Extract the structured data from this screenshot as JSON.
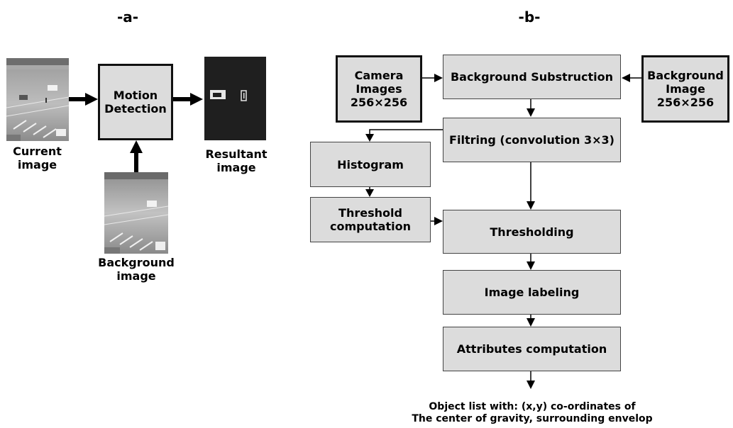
{
  "panel_a": {
    "title": "-a-",
    "motion_box": [
      "Motion",
      "Detection"
    ],
    "current_label": [
      "Current",
      "image"
    ],
    "background_label": [
      "Background",
      "image"
    ],
    "resultant_label": [
      "Resultant",
      "image"
    ]
  },
  "panel_b": {
    "title": "-b-",
    "camera_box": [
      "Camera",
      "Images",
      "256×256"
    ],
    "bg_sub_box": "Background Substruction",
    "bg_image_box": [
      "Background",
      "Image",
      "256×256"
    ],
    "filter_box": "Filtring (convolution 3×3)",
    "histogram_box": "Histogram",
    "threshold_comp_box": [
      "Threshold",
      "computation"
    ],
    "thresholding_box": "Thresholding",
    "labeling_box": "Image labeling",
    "attributes_box": "Attributes computation",
    "output_text": [
      "Object list with: (x,y) co-ordinates of",
      "The center of gravity, surrounding envelop"
    ]
  },
  "colors": {
    "box_fill": "#dcdcdc",
    "result_bg": "#1f1f1f"
  }
}
